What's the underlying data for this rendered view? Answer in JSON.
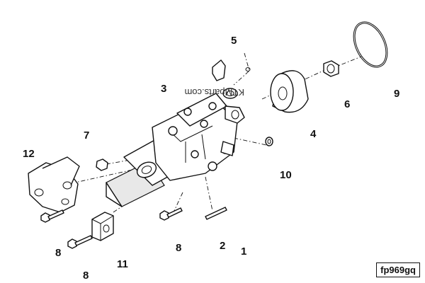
{
  "figure_code": "fp969gq",
  "watermark": "KTMparts.com",
  "callouts": [
    "1",
    "2",
    "3",
    "4",
    "5",
    "6",
    "7",
    "8",
    "8",
    "8",
    "9",
    "10",
    "11",
    "12"
  ]
}
